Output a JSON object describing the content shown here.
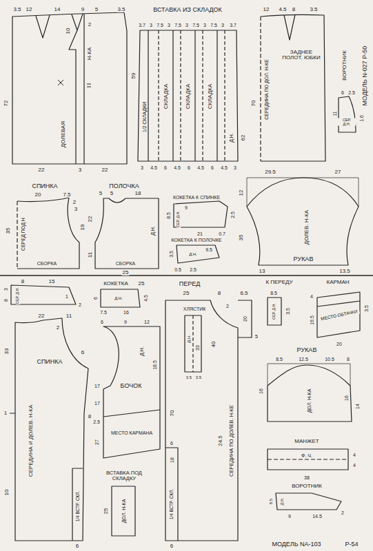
{
  "diagram": {
    "nodes": [
      {
        "text": [
          "ДОЛЕВАЯ",
          "Н-КА"
        ]
      },
      {
        "text": [
          "ВСТАВКА ИЗ СКЛАДОК",
          "1/2 СКЛАДКИ",
          "СКЛАДКА",
          "СКЛАДКА",
          "СКЛАДКА",
          "Д.Н."
        ]
      },
      {
        "text": [
          "ЗАДНЕЕ ПОЛОТ. ЮБКИ",
          "СЕРЕДИНА ПО ДОЛ. Н-КЕ"
        ]
      },
      {
        "text": [
          "ВОРОТНИК",
          "СЕР. Д.Н."
        ]
      },
      {
        "text": [
          "СПИНКА",
          "СЕРЕД ПОД Н",
          "СБОРКА"
        ]
      },
      {
        "text": [
          "ПОЛОЧКА",
          "Д.Н.",
          "СБОРКА"
        ]
      },
      {
        "text": [
          "КОКЕТКА К СПИНКЕ",
          "СЕР. Д.Н."
        ]
      },
      {
        "text": [
          "КОКЕТКА К ПОЛОЧКЕ",
          "Д.Н."
        ]
      },
      {
        "text": [
          "ДОЛЕВ. Н-КА",
          "РУКАВ"
        ]
      },
      {
        "text": [
          "СЕР. Д.Н."
        ]
      },
      {
        "text": [
          "СПИНКА",
          "СЕРЕДИНА И ДОЛЕВ. Н-КА",
          "1/4 ВСТР. СКЛ."
        ]
      },
      {
        "text": [
          "КОКЕТКА",
          "Д.Н."
        ]
      },
      {
        "text": [
          "БОЧОК",
          "Д.Н.",
          "МЕСТО КАРМАНА"
        ]
      },
      {
        "text": [
          "ВСТАВКА ПОД СКЛАДКУ",
          "ДОЛ. Н-КА"
        ]
      },
      {
        "text": [
          "ПЕРЕД",
          "1/4 ВСТР. СКЛ.",
          "СЕРЕДИНА ПО ДОЛЕВ. Н-КЕ"
        ]
      },
      {
        "text": [
          "ХЛЯСТИК",
          "Д.Н."
        ],
        "in": 14
      },
      {
        "text": [
          "К ПЕРЕДУ",
          "СЕР. Д.Н."
        ]
      },
      {
        "text": [
          "КАРМАН",
          "МЕСТО ОБТАЧКИ"
        ]
      },
      {
        "text": [
          "РУКАВ",
          "ДОЛ. Н-КА"
        ]
      },
      {
        "text": [
          "МАНЖЕТ",
          "Ф. Ч."
        ]
      },
      {
        "text": [
          "ВОРОТНИК",
          "Д.Н."
        ]
      }
    ],
    "labels": [
      "3.5",
      "12",
      "14",
      "9",
      "5",
      "3.5",
      "10",
      "2",
      "72",
      "22",
      "3",
      "22",
      "3.7",
      "3",
      "7.5",
      "3",
      "7.5",
      "3",
      "7.5",
      "3",
      "7.5",
      "3",
      "3.7",
      "59",
      "62",
      "3",
      "4.5",
      "6",
      "4.5",
      "6",
      "4.5",
      "6",
      "4.5",
      "3",
      "12",
      "4.5",
      "8",
      "3.5",
      "70",
      "МОДЕЛЬ N-027 Р-50",
      "6",
      "2.5",
      "11",
      "1.6",
      "20",
      "7.5",
      "2",
      "3",
      "19",
      "35",
      "5",
      "5",
      "18",
      "22",
      "11",
      "25",
      "9",
      "8.5",
      "2.5",
      "21",
      "0.7",
      "9.5",
      "3.5",
      "0.5",
      "2.5",
      "29.5",
      "27",
      "12",
      "35",
      "13",
      "13.5",
      "8",
      "15",
      "3",
      "8",
      "1",
      "2",
      "22",
      "11",
      "2",
      "6",
      "8",
      "33",
      "1",
      "10",
      "6",
      "25",
      "6",
      "4.5",
      "7.5",
      "16",
      "6",
      "9",
      "12",
      "18.5",
      "17",
      "17",
      "2.5",
      "27",
      "25",
      "25",
      "8",
      "6.5",
      "2",
      "20",
      "5",
      "40",
      "70",
      "24.5",
      "6",
      "18",
      "6",
      "33",
      "3.5",
      "3.5",
      "8.5",
      "3.5",
      "4",
      "3.5",
      "19.5",
      "20",
      "8.5",
      "12.5",
      "10.5",
      "8",
      "16",
      "16",
      "14",
      "4",
      "4",
      "38",
      "8.5",
      "9",
      "14.5",
      "2",
      "МОДЕЛЬ NА-103",
      "Р-54"
    ]
  }
}
